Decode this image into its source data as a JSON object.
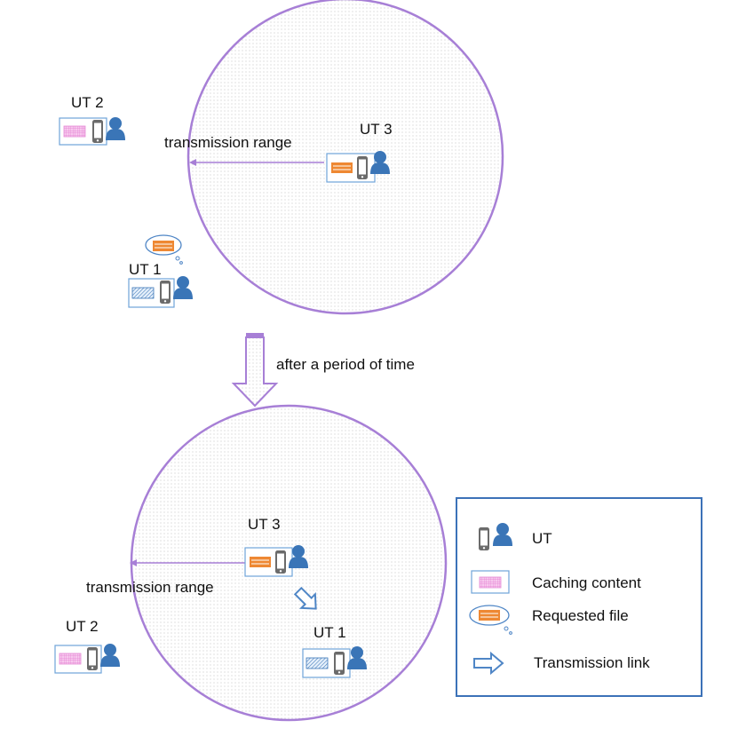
{
  "top_scene": {
    "ut2_label": "UT 2",
    "ut3_label": "UT 3",
    "ut1_label": "UT 1",
    "range_label": "transmission range"
  },
  "transition": {
    "label": "after a period of time"
  },
  "bottom_scene": {
    "ut3_label": "UT 3",
    "ut2_label": "UT 2",
    "ut1_label": "UT 1",
    "range_label": "transmission range"
  },
  "legend": {
    "ut_label": "UT",
    "caching_label": "Caching content",
    "requested_label": "Requested file",
    "link_label": "Transmission link"
  },
  "colors": {
    "circle_stroke": "#a77fd6",
    "user_blue": "#3a75b7",
    "phone_gray": "#6b6b6b",
    "caching_pink": "#e58bd6",
    "file_orange": "#ee8833",
    "box_stroke": "#6fa3d8",
    "legend_border": "#3c72b8",
    "link_arrow": "#4f86c6"
  }
}
